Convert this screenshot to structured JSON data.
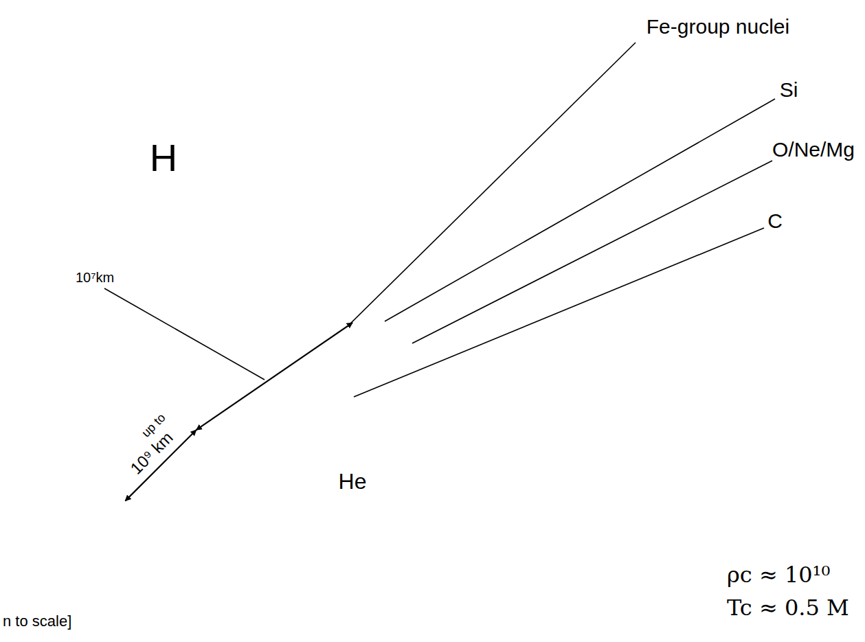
{
  "diagram": {
    "nodes": [
      {
        "text": [
          "H"
        ]
      },
      {
        "text": [
          "He"
        ],
        "in": 0
      }
    ],
    "labels": [
      "Fe-group nuclei",
      "Si",
      "O/Ne/Mg",
      "C",
      "10⁷km",
      "up to",
      "10⁹ km",
      "n to scale]",
      "ρc ≈ 10¹⁰",
      "Tc ≈ 0.5 M"
    ]
  }
}
